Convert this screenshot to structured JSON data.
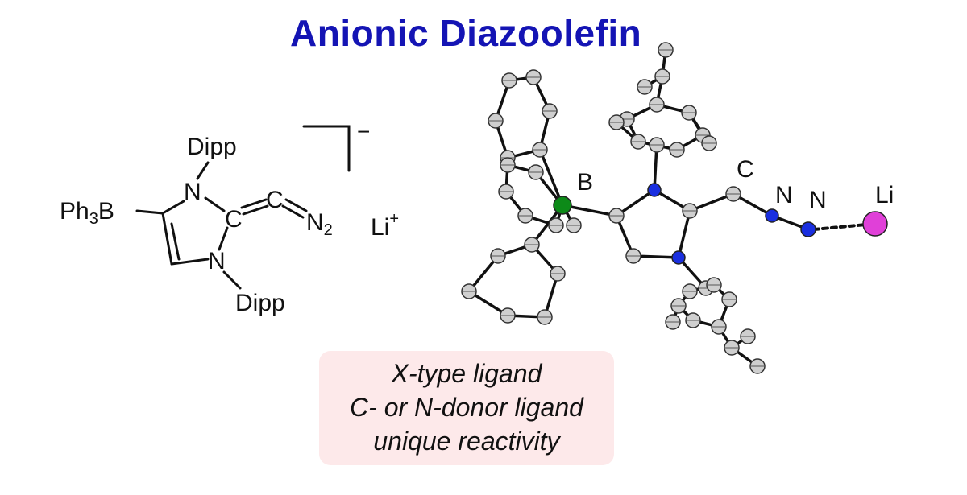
{
  "title": "Anionic Diazoolefin",
  "lewis": {
    "dipp_top": "Dipp",
    "dipp_bottom": "Dipp",
    "n_top": "N",
    "n_bottom": "N",
    "carbene_c": "C",
    "terminal_c": "C",
    "ph3b": "Ph",
    "ph3b_sub": "3",
    "ph3b_b": "B",
    "n2": "N",
    "n2_sub": "2",
    "li": "Li",
    "li_charge": "+",
    "bracket_charge": "−"
  },
  "xray": {
    "label_b": "B",
    "label_c": "C",
    "label_n1": "N",
    "label_n2": "N",
    "label_li": "Li",
    "atom_colors": {
      "C": "#cfcfcf",
      "N": "#1a2fe0",
      "B": "#0d8a18",
      "Li": "#e040d8"
    }
  },
  "properties": [
    "X-type ligand",
    "C- or N-donor ligand",
    "unique reactivity"
  ]
}
